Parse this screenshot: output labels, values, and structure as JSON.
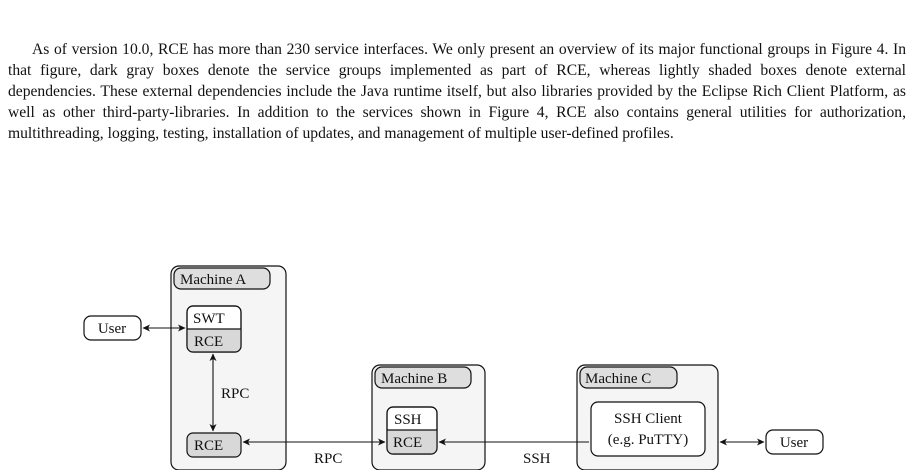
{
  "partial_top_line": "",
  "paragraph": "As of version 10.0, RCE has more than 230 service interfaces. We only present an overview of its major functional groups in Figure 4. In that figure, dark gray boxes denote the service groups implemented as part of RCE, whereas lightly shaded boxes denote external dependencies. These external dependencies include the Java runtime itself, but also libraries provided by the Eclipse Rich Client Platform, as well as other third-party-libraries. In addition to the services shown in Figure 4, RCE also contains general utilities for authorization, multithreading, logging, testing, installation of updates, and management of multiple user-defined profiles.",
  "diagram": {
    "machine_a": {
      "label": "Machine A",
      "swt": "SWT",
      "rce_top": "RCE",
      "rce_bottom": "RCE",
      "rpc_internal": "RPC"
    },
    "machine_b": {
      "label": "Machine B",
      "ssh": "SSH",
      "rce": "RCE"
    },
    "machine_c": {
      "label": "Machine C",
      "client_line1": "SSH Client",
      "client_line2": "(e.g. PuTTY)"
    },
    "user_left": "User",
    "user_right": "User",
    "link_ab": "RPC",
    "link_bc": "SSH"
  },
  "colors": {
    "container_fill": "#f5f5f5",
    "header_fill": "#dedede",
    "component_fill": "#d8d8d8",
    "stroke": "#111111"
  }
}
